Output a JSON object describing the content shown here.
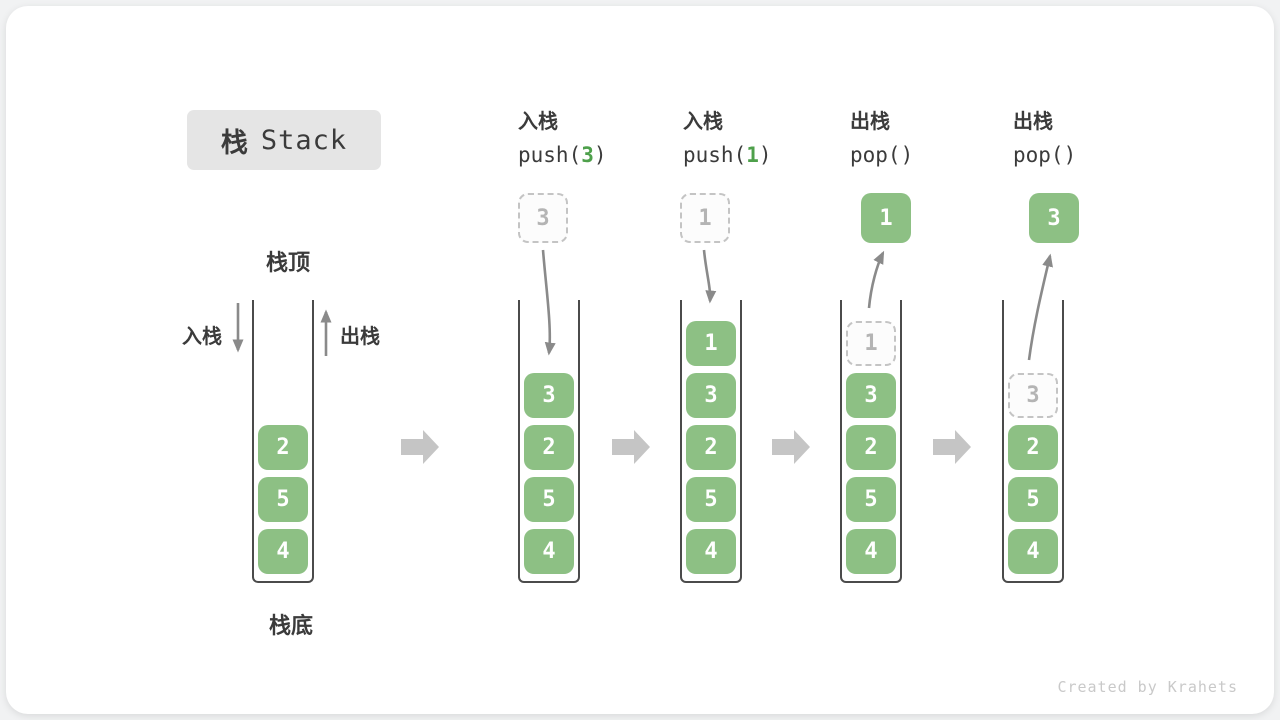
{
  "title": {
    "cn": "栈",
    "en": "Stack"
  },
  "annotations": {
    "stack_top": "栈顶",
    "stack_bottom": "栈底",
    "push_side": "入栈",
    "pop_side": "出栈"
  },
  "watermark": "Created by Krahets",
  "colors": {
    "page_bg": "#f1f2f3",
    "card_bg": "#ffffff",
    "badge_bg": "#e5e5e5",
    "text_dark": "#3b3b3b",
    "box_green": "#8dc084",
    "code_green": "#4ea04b",
    "outline": "#4b4b4b",
    "dashed_border": "#c4c4c4",
    "muted_text": "#b4b4b4",
    "flow_arrow": "#8a8a8a",
    "stage_arrow": "#c5c5c5",
    "watermark": "#c9c9c9"
  },
  "stages": [
    {
      "name": "initial",
      "slots": [
        null,
        null,
        "2",
        "5",
        "4"
      ]
    },
    {
      "name": "push-3",
      "op": {
        "cn": "入栈",
        "pre": "push(",
        "arg": "3",
        "post": ")"
      },
      "floating": {
        "value": "3",
        "variant": "dashed"
      },
      "flow": "down",
      "slots": [
        null,
        "3",
        "2",
        "5",
        "4"
      ]
    },
    {
      "name": "push-1",
      "op": {
        "cn": "入栈",
        "pre": "push(",
        "arg": "1",
        "post": ")"
      },
      "floating": {
        "value": "1",
        "variant": "dashed"
      },
      "flow": "down",
      "slots": [
        "1",
        "3",
        "2",
        "5",
        "4"
      ]
    },
    {
      "name": "pop-1",
      "op": {
        "cn": "出栈",
        "pre": "pop()",
        "arg": "",
        "post": ""
      },
      "floating": {
        "value": "1",
        "variant": "green"
      },
      "flow": "up",
      "slots": [
        {
          "v": "1",
          "dashed": true
        },
        "3",
        "2",
        "5",
        "4"
      ]
    },
    {
      "name": "pop-3",
      "op": {
        "cn": "出栈",
        "pre": "pop()",
        "arg": "",
        "post": ""
      },
      "floating": {
        "value": "3",
        "variant": "green"
      },
      "flow": "up",
      "slots": [
        null,
        {
          "v": "3",
          "dashed": true
        },
        "2",
        "5",
        "4"
      ]
    }
  ]
}
